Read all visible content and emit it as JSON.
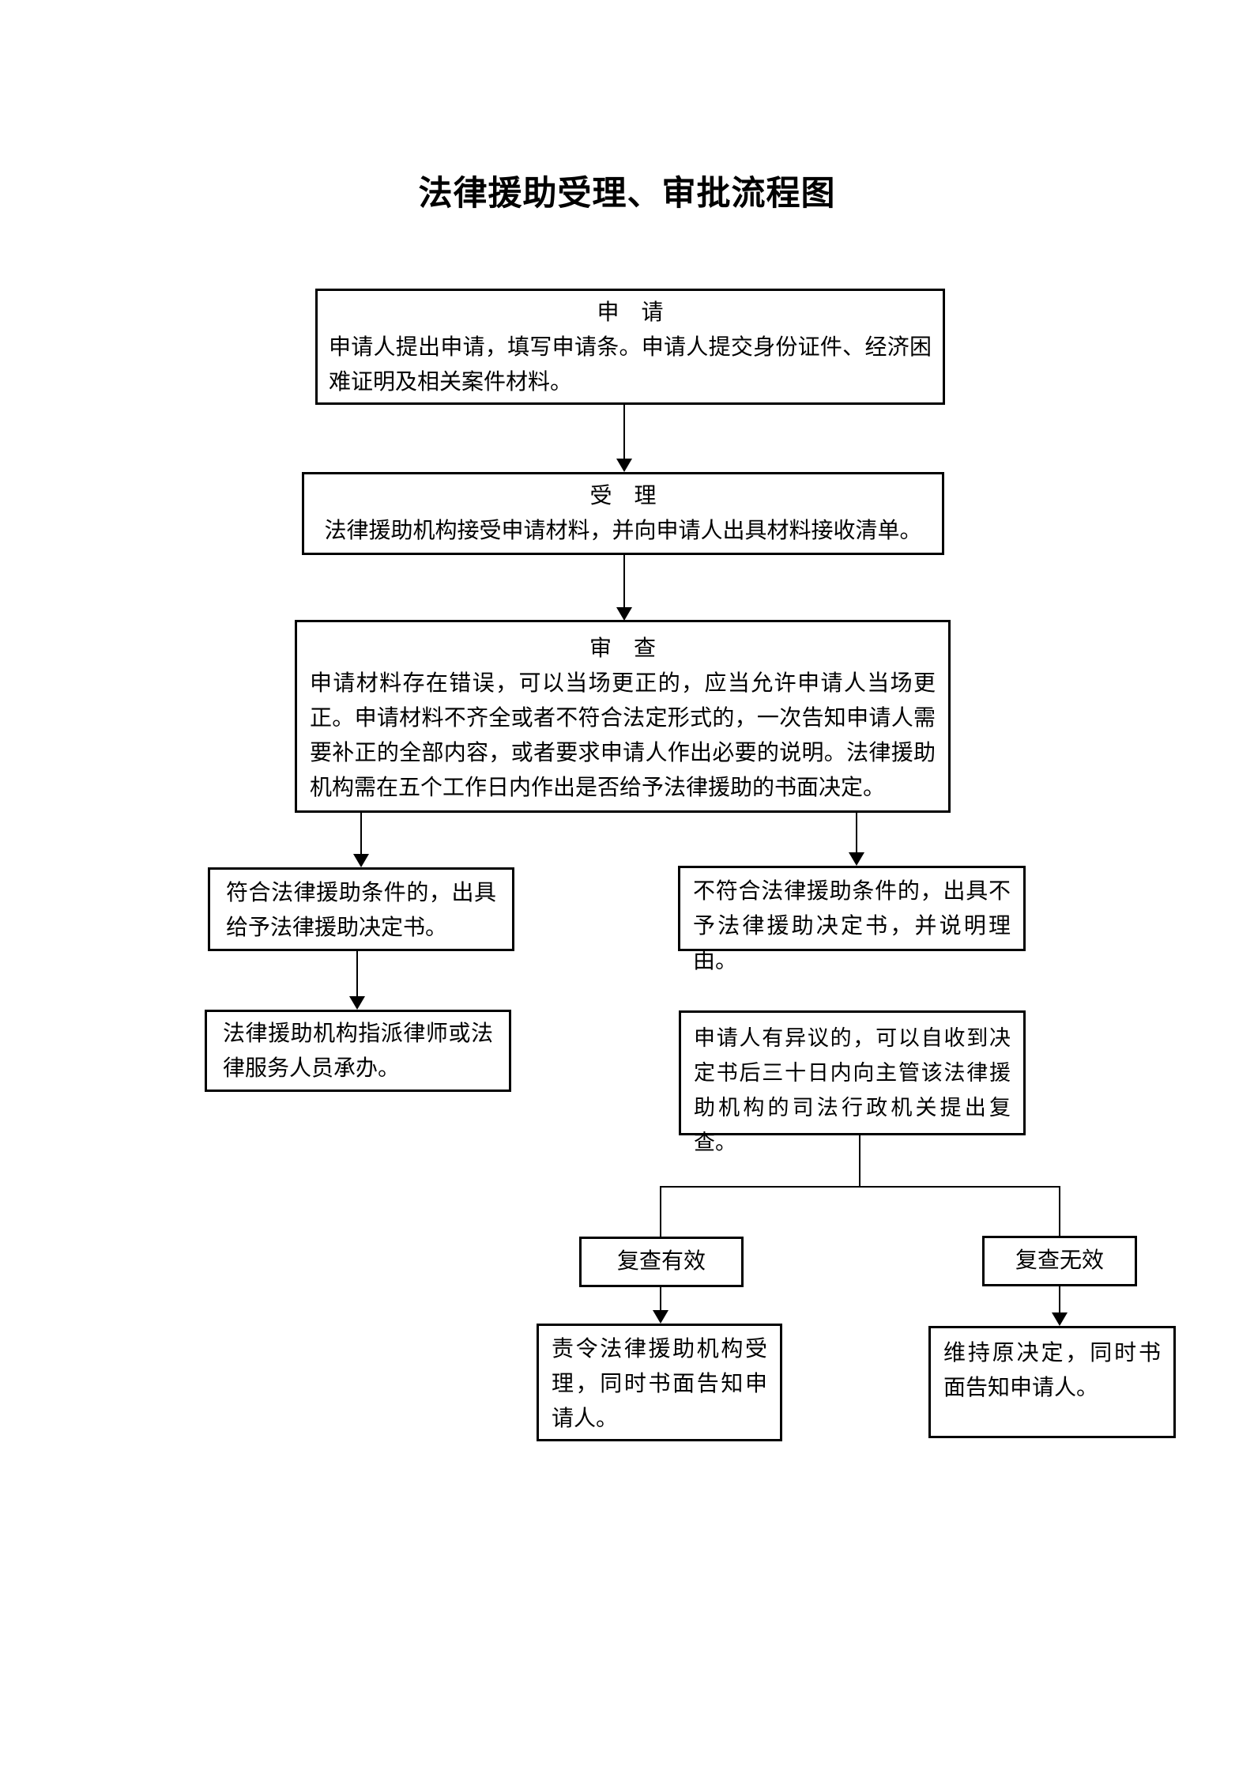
{
  "page": {
    "title": "法律援助受理、审批流程图"
  },
  "colors": {
    "background": "#ffffff",
    "line": "#000000",
    "text": "#000000"
  },
  "nodes": {
    "apply": {
      "heading": "申　请",
      "body": "申请人提出申请，填写申请条。申请人提交身份证件、经济困难证明及相关案件材料。"
    },
    "accept": {
      "heading": "受　理",
      "body": "法律援助机构接受申请材料，并向申请人出具材料接收清单。"
    },
    "review": {
      "heading": "审　查",
      "body": "申请材料存在错误，可以当场更正的，应当允许申请人当场更正。申请材料不齐全或者不符合法定形式的，一次告知申请人需要补正的全部内容，或者要求申请人作出必要的说明。法律援助机构需在五个工作日内作出是否给予法律援助的书面决定。"
    },
    "eligible": {
      "body": "符合法律援助条件的，出具给予法律援助决定书。"
    },
    "not_eligible": {
      "body": "不符合法律援助条件的，出具不予法律援助决定书，并说明理由。"
    },
    "assign": {
      "body": "法律援助机构指派律师或法律服务人员承办。"
    },
    "objection": {
      "body": "申请人有异议的，可以自收到决定书后三十日内向主管该法律援助机构的司法行政机关提出复查。"
    },
    "recheck_valid": {
      "body": "复查有效"
    },
    "recheck_invalid": {
      "body": "复查无效"
    },
    "order_accept": {
      "body": "责令法律援助机构受理，同时书面告知申请人。"
    },
    "maintain_decision": {
      "body": "维持原决定，同时书面告知申请人。"
    }
  },
  "edges": [
    {
      "from": "apply",
      "to": "accept"
    },
    {
      "from": "accept",
      "to": "review"
    },
    {
      "from": "review",
      "to": "eligible"
    },
    {
      "from": "review",
      "to": "not_eligible"
    },
    {
      "from": "eligible",
      "to": "assign"
    },
    {
      "from": "objection",
      "to": "recheck_valid"
    },
    {
      "from": "objection",
      "to": "recheck_invalid"
    },
    {
      "from": "recheck_valid",
      "to": "order_accept"
    },
    {
      "from": "recheck_invalid",
      "to": "maintain_decision"
    }
  ]
}
